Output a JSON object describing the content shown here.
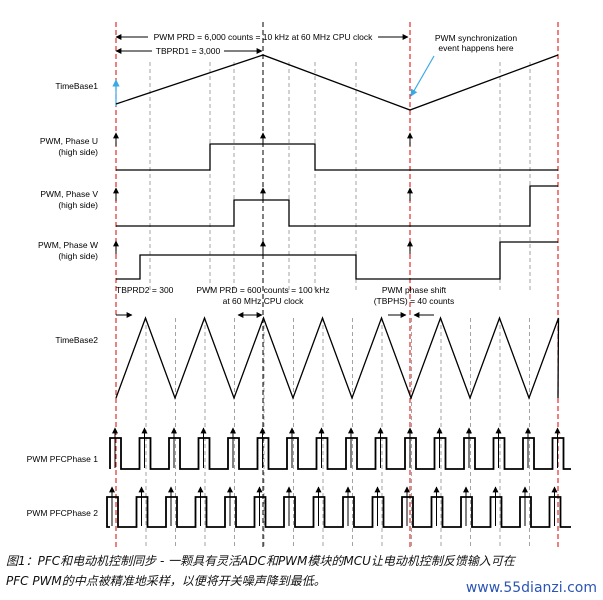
{
  "labels": {
    "tb1": "TimeBase1",
    "pu_a": "PWM, Phase U",
    "pu_b": "(high side)",
    "pv_a": "PWM, Phase V",
    "pv_b": "(high side)",
    "pw_a": "PWM, Phase W",
    "pw_b": "(high side)",
    "tb2": "TimeBase2",
    "pfc1": "PWM PFCPhase 1",
    "pfc2": "PWM PFCPhase 2"
  },
  "annotations": {
    "prd1": "PWM PRD = 6,000 counts = 10 kHz at 60 MHz CPU clock",
    "tbprd1": "TBPRD1 = 3,000",
    "sync_a": "PWM synchronization",
    "sync_b": "event happens here",
    "tbprd2": "TBPRD2 = 300",
    "prd2_a": "PWM PRD = 600 counts = 100 kHz",
    "prd2_b": "at 60 MHz CPU clock",
    "shift_a": "PWM phase shift",
    "shift_b": "(TBPHS) = 40 counts"
  },
  "caption": {
    "line1": "图1：PFC和电动机控制同步 - 一颗具有灵活ADC和PWM模块的MCU让电动机控制反馈输入可在",
    "line2": "PFC PWM的中点被精准地采样，以便将开关噪声降到最低。"
  },
  "watermark": "www.55dianzi.com",
  "colors": {
    "line": "#000000",
    "sync_marker": "#e01919",
    "dashed_gray": "#9a9a9a",
    "arrow_blue": "#39a9e8",
    "watermark": "#2a55b5"
  }
}
